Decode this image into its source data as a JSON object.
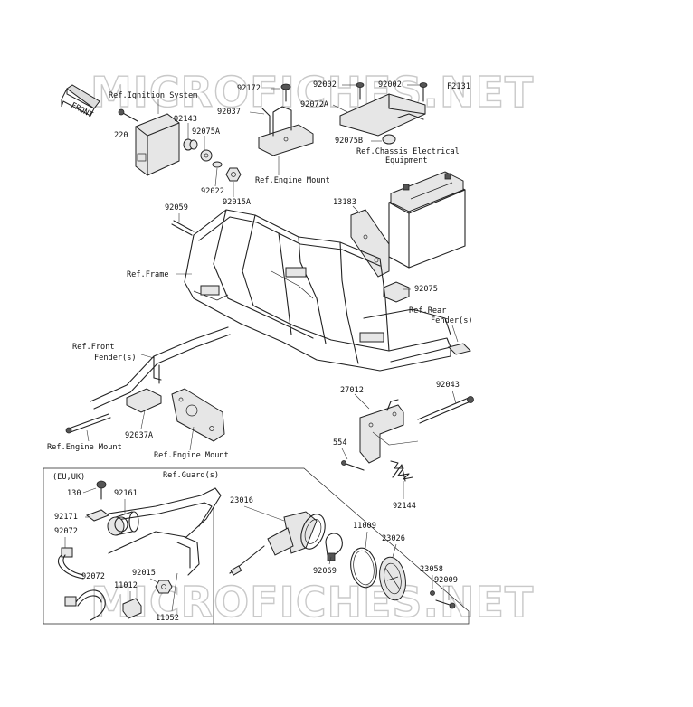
{
  "diagram_code": "F2131",
  "watermark": "MICROFICHES.NET",
  "front_arrow": "FRONT",
  "region_label": "(EU,UK)",
  "labels": {
    "ref_ignition": "Ref.Ignition System",
    "p220": "220",
    "p92143": "92143",
    "p92075A": "92075A",
    "p92022": "92022",
    "p92015A": "92015A",
    "p92172": "92172",
    "p92037": "92037",
    "ref_engine_mount_top": "Ref.Engine Mount",
    "p92002a": "92002",
    "p92002b": "92002",
    "p92072A": "92072A",
    "p92075B": "92075B",
    "ref_chassis_1": "Ref.Chassis Electrical",
    "ref_chassis_2": "Equipment",
    "p13183": "13183",
    "p92059": "92059",
    "ref_frame": "Ref.Frame",
    "p92075": "92075",
    "ref_rear_1": "Ref.Rear",
    "ref_rear_2": "Fender(s)",
    "ref_front_1": "Ref.Front",
    "ref_front_2": "Fender(s)",
    "p92037A": "92037A",
    "ref_engine_mount_left": "Ref.Engine Mount",
    "ref_engine_mount_mid": "Ref.Engine Mount",
    "p27012": "27012",
    "p92043": "92043",
    "p554": "554",
    "p92144": "92144",
    "ref_guard": "Ref.Guard(s)",
    "p130": "130",
    "p92161": "92161",
    "p92171": "92171",
    "p92072a": "92072",
    "p92072b": "92072",
    "p92015": "92015",
    "p11012": "11012",
    "p11052": "11052",
    "p23016": "23016",
    "p92069": "92069",
    "p11009": "11009",
    "p23026": "23026",
    "p23058": "23058",
    "p92009": "92009"
  }
}
